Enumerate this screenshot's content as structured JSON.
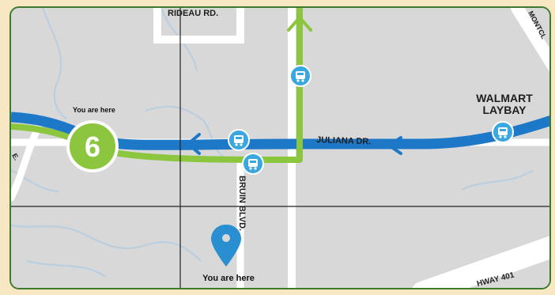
{
  "map": {
    "roads": {
      "rideau": "RIDEAU RD.",
      "juliana": "JULIANA DR.",
      "bruin": "BRUIN BLVD.",
      "highway": "HWAY 401",
      "montc": "MONTCL",
      "partial_left": "E."
    },
    "landmark": {
      "line1": "WALMART",
      "line2": "LAYBAY"
    },
    "route_number": "6",
    "you_are_here_top": "You are here",
    "you_are_here_bottom": "You are here",
    "colors": {
      "frame_border": "#3e7a2e",
      "frame_fill": "#f7e7c2",
      "map_ground": "#d8d8d8",
      "road": "#ffffff",
      "route_blue": "#1e78c8",
      "route_green": "#8cc63f",
      "stop_icon": "#3aa7e0",
      "water": "#b9cfe0",
      "pin": "#2a8fd0",
      "grid_line": "#222222"
    }
  }
}
